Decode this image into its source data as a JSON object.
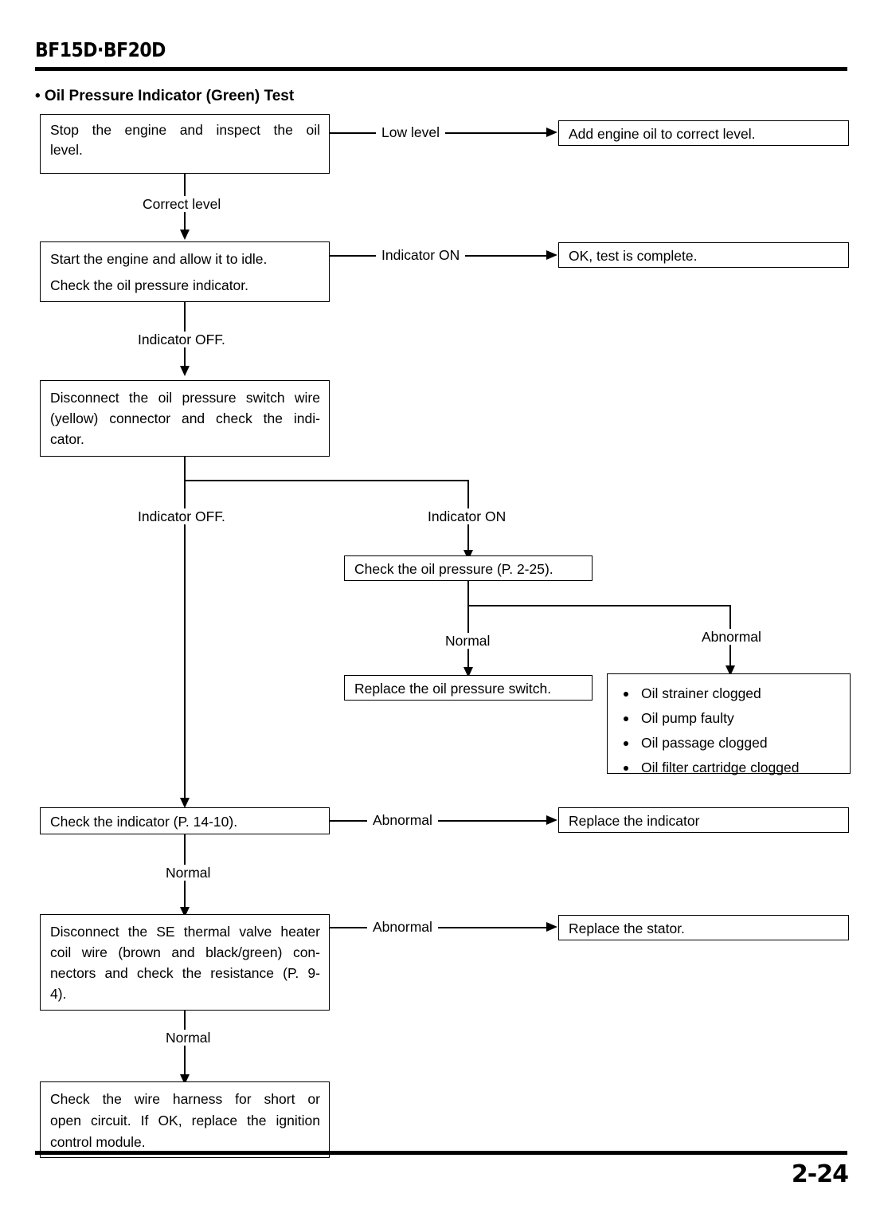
{
  "header": {
    "model": "BF15D·BF20D",
    "section_title": "• Oil Pressure Indicator (Green) Test"
  },
  "footer": {
    "page_number": "2-24"
  },
  "boxes": {
    "stop_engine": {
      "line1": "Stop the engine and inspect the oil",
      "line2": "level."
    },
    "add_oil": "Add engine oil to correct level.",
    "start_engine": {
      "line1": "Start the engine and allow it to idle.",
      "line2": "Check the oil pressure indicator."
    },
    "ok_complete": "OK, test is complete.",
    "disconnect_switch": {
      "line1": "Disconnect the oil pressure switch wire",
      "line2": "(yellow) connector and check the indi-",
      "line3": "cator."
    },
    "check_oil_pressure": "Check the oil pressure (P. 2-25).",
    "replace_switch": "Replace the oil pressure switch.",
    "abnormal_causes": [
      "Oil strainer clogged",
      "Oil pump faulty",
      "Oil passage clogged",
      "Oil filter cartridge clogged"
    ],
    "check_indicator": "Check the indicator (P. 14-10).",
    "replace_indicator": "Replace the indicator",
    "disconnect_thermal": {
      "line1": "Disconnect the SE thermal valve heater",
      "line2": "coil wire (brown and black/green) con-",
      "line3": "nectors and check the resistance (P. 9-",
      "line4": "4)."
    },
    "replace_stator": "Replace the stator.",
    "check_harness": {
      "line1": "Check the wire harness for short or",
      "line2": "open circuit.  If OK, replace the ignition",
      "line3": "control module."
    }
  },
  "edge_labels": {
    "low_level": "Low level",
    "correct_level": "Correct level",
    "indicator_on_1": "Indicator ON",
    "indicator_off_1": "Indicator OFF.",
    "indicator_off_2": "Indicator OFF.",
    "indicator_on_2": "Indicator ON",
    "normal_1": "Normal",
    "abnormal_1": "Abnormal",
    "abnormal_2": "Abnormal",
    "normal_2": "Normal",
    "abnormal_3": "Abnormal",
    "normal_3": "Normal"
  }
}
